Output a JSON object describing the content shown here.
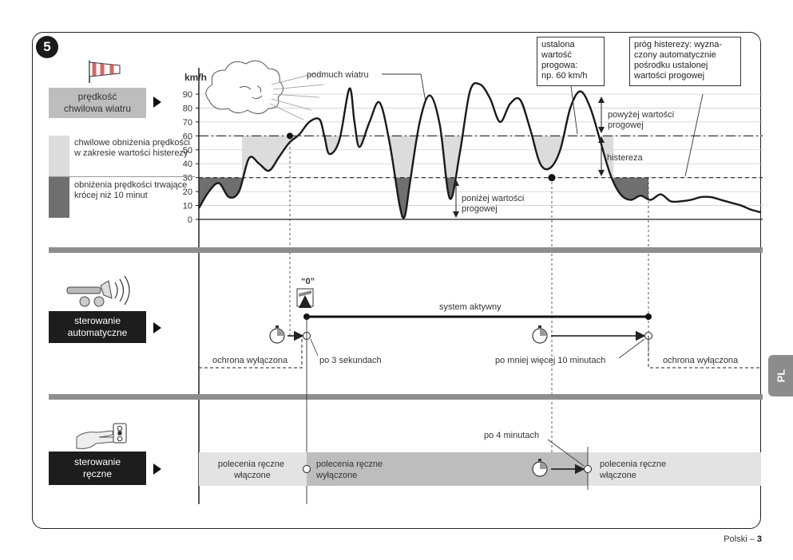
{
  "figure_number": "5",
  "side_tab": "PL",
  "footer": {
    "language": "Polski",
    "separator": " – ",
    "page": "3"
  },
  "panel_wind": {
    "label": "prędkość\nchwilowa wiatru",
    "icon": "windsock-icon"
  },
  "legend": {
    "light": "chwilowe obniżenia prędkości w zakresie wartości histerezy",
    "dark": "obniżenia prędkości trwające krócej niż 10 minut"
  },
  "chart_data": {
    "type": "line",
    "unit": "km/h",
    "ylim": [
      0,
      100
    ],
    "yticks": [
      "0",
      "10",
      "20",
      "30",
      "40",
      "50",
      "60",
      "70",
      "80",
      "90"
    ],
    "threshold": 60,
    "hysteresis_low": 30,
    "series": [
      {
        "values": [
          [
            0,
            8
          ],
          [
            1,
            20
          ],
          [
            2,
            26
          ],
          [
            3,
            16
          ],
          [
            4,
            20
          ],
          [
            5,
            44
          ],
          [
            6,
            40
          ],
          [
            7,
            35
          ],
          [
            8,
            45
          ],
          [
            9,
            55
          ],
          [
            10,
            61
          ],
          [
            11,
            70
          ],
          [
            12,
            72
          ],
          [
            12.5,
            60
          ],
          [
            13,
            47
          ],
          [
            14,
            57
          ],
          [
            15,
            94
          ],
          [
            15.5,
            70
          ],
          [
            16,
            52
          ],
          [
            17,
            70
          ],
          [
            18,
            84
          ],
          [
            19,
            55
          ],
          [
            20,
            10
          ],
          [
            20.5,
            2
          ],
          [
            21,
            25
          ],
          [
            22,
            70
          ],
          [
            23,
            89
          ],
          [
            24,
            68
          ],
          [
            25,
            15
          ],
          [
            26,
            48
          ],
          [
            27,
            92
          ],
          [
            28,
            97
          ],
          [
            29,
            87
          ],
          [
            30,
            70
          ],
          [
            31,
            83
          ],
          [
            32,
            86
          ],
          [
            33,
            65
          ],
          [
            34,
            40
          ],
          [
            35,
            37
          ],
          [
            36,
            50
          ],
          [
            37,
            80
          ],
          [
            38,
            92
          ],
          [
            39,
            80
          ],
          [
            40,
            56
          ],
          [
            41,
            32
          ],
          [
            42,
            18
          ],
          [
            43,
            14
          ],
          [
            44,
            17
          ],
          [
            45,
            14
          ],
          [
            46,
            18
          ],
          [
            47,
            13
          ],
          [
            48,
            13
          ],
          [
            49,
            14
          ],
          [
            50,
            16
          ],
          [
            51,
            16
          ],
          [
            52,
            14
          ],
          [
            53,
            12
          ],
          [
            54,
            10
          ],
          [
            55,
            7
          ],
          [
            56,
            5
          ]
        ]
      }
    ]
  },
  "chart_labels": {
    "unit": "km/h",
    "gust": "podmuch wiatru",
    "above": "powyżej wartości\nprogowej",
    "hysteresis": "histereza",
    "below": "poniżej wartości\nprogowej"
  },
  "notes": {
    "threshold_box": "ustalona\nwartość\nprogowa:\nnp. 60 km/h",
    "hysteresis_box": "próg histerezy: wyzna-\nczony automatycznie\npośrodku ustalonej\nwartości progowej"
  },
  "panel_auto": {
    "label": "sterowanie\nautomatyczne",
    "icon": "anemometer-icon",
    "system_active": "system aktywny",
    "zero_label": "“0”",
    "protection_off_left": "ochrona wyłączona",
    "protection_off_right": "ochrona wyłączona",
    "after_3s": "po 3 sekundach",
    "after_10min": "po mniej więcej 10 minutach"
  },
  "panel_manual": {
    "label": "sterowanie\nręczne",
    "icon": "hand-remote-icon",
    "after_4min": "po 4 minutach",
    "enabled_left": "polecenia ręczne\nwłączone",
    "disabled": "polecenia ręczne\nwyłączone",
    "enabled_right": "polecenia ręczne\nwłączone"
  },
  "colors": {
    "curve": "#1a1a1a",
    "light_fill": "#dcdcdc",
    "dark_fill": "#6f6f6f",
    "separator": "#8e8e8e",
    "tab": "#8c8c8c"
  }
}
